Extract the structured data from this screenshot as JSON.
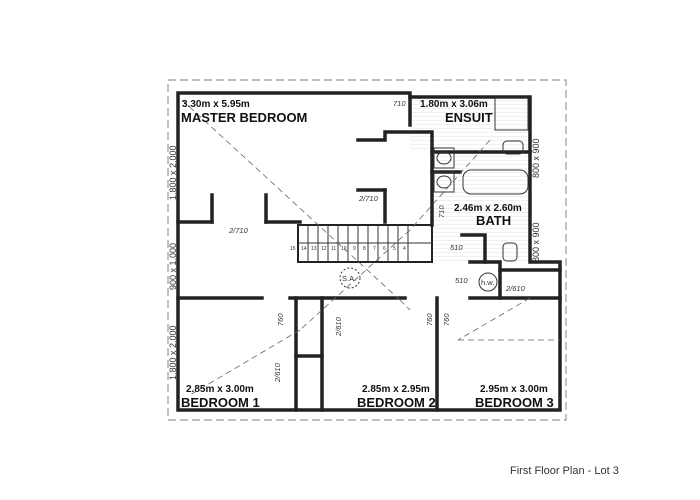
{
  "plan": {
    "title": "First Floor Plan - Lot 3",
    "rooms": {
      "master": {
        "name": "MASTER BEDROOM",
        "size": "3.30m x 5.95m"
      },
      "ensuite": {
        "name": "ENSUIT",
        "size": "1.80m x 3.06m"
      },
      "bath": {
        "name": "BATH",
        "size": "2.46m x 2.60m"
      },
      "bed1": {
        "name": "BEDROOM 1",
        "size": "2.85m x 3.00m"
      },
      "bed2": {
        "name": "BEDROOM 2",
        "size": "2.85m x 2.95m"
      },
      "bed3": {
        "name": "BEDROOM 3",
        "size": "2.95m x 3.00m"
      }
    },
    "doors": {
      "ensuite_door": "710",
      "master_wardrobe": "2/710",
      "master_door": "2/710",
      "bath_door": "710",
      "linen_door": "510",
      "hw_door": "510",
      "bed3_wardrobe": "2/610",
      "bed1_door": "760",
      "bed2_door": "760",
      "bed3_door": "760",
      "bed2_wardrobe": "2/610",
      "bed1_wardrobe": "2/610"
    },
    "stairs": [
      "15",
      "14",
      "13",
      "12",
      "11",
      "10",
      "9",
      "8",
      "7",
      "6",
      "5",
      "4"
    ],
    "smoke_alarm": "S.A.",
    "hot_water": "h.w.",
    "windows": {
      "left_top": "1,800 x 2,000",
      "left_mid": "900 x 1,000",
      "left_bottom": "1,800 x 2,000",
      "right_top": "800 x 900",
      "right_bottom": "800 x 900"
    }
  }
}
